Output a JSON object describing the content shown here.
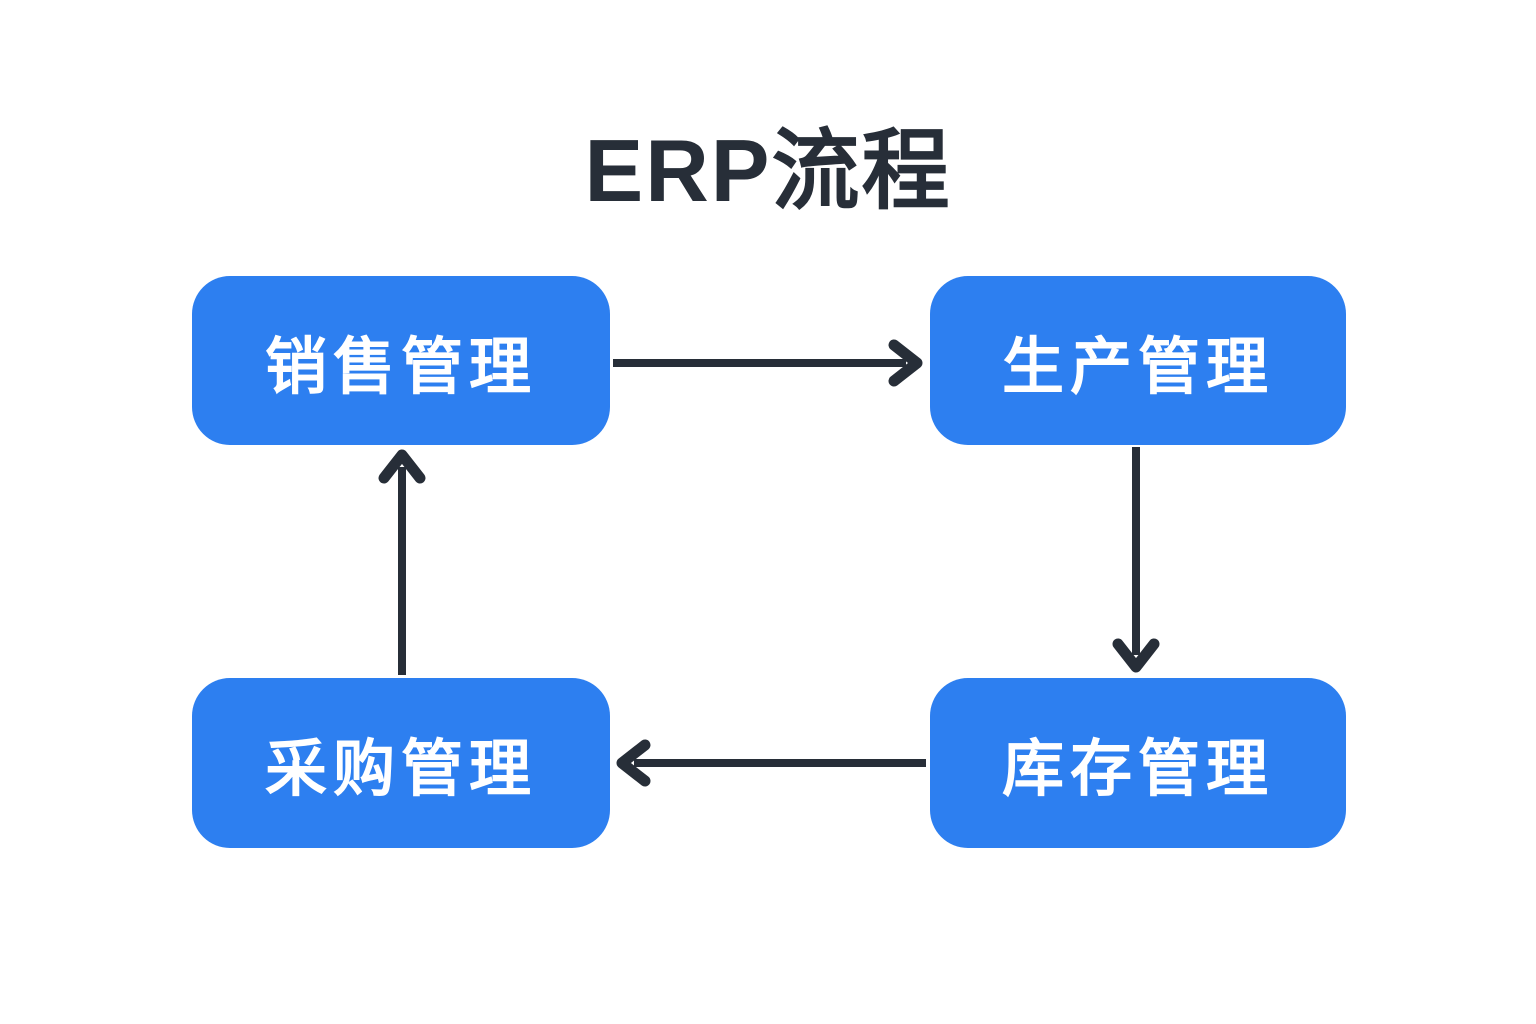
{
  "title": "ERP流程",
  "nodes": {
    "sales": {
      "label": "销售管理"
    },
    "production": {
      "label": "生产管理"
    },
    "inventory": {
      "label": "库存管理"
    },
    "procurement": {
      "label": "采购管理"
    }
  },
  "flow": [
    {
      "from": "销售管理",
      "to": "生产管理",
      "direction": "right"
    },
    {
      "from": "生产管理",
      "to": "库存管理",
      "direction": "down"
    },
    {
      "from": "库存管理",
      "to": "采购管理",
      "direction": "left"
    },
    {
      "from": "采购管理",
      "to": "销售管理",
      "direction": "up"
    }
  ],
  "colors": {
    "background": "#FFFFFF",
    "node_fill": "#2D7FF0",
    "node_text": "#FFFFFF",
    "arrow": "#272E38",
    "title_text": "#272E38"
  }
}
